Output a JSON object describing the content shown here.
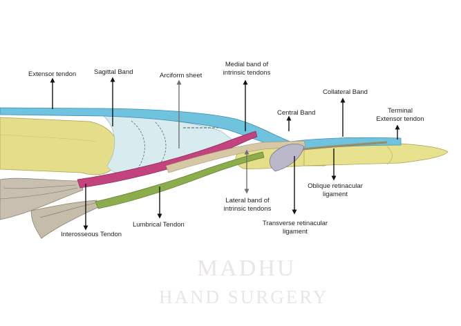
{
  "labels": {
    "extensor_tendon": "Extensor tendon",
    "sagittal_band": "Sagittal Band",
    "arciform_sheet": "Arciform sheet",
    "medial_band_l1": "Medial band of",
    "medial_band_l2": "intrinsic tendons",
    "central_band": "Central Band",
    "collateral_band": "Collateral Band",
    "terminal_l1": "Terminal",
    "terminal_l2": "Extensor tendon",
    "oblique_l1": "Oblique retinacular",
    "oblique_l2": "ligament",
    "lateral_band_l1": "Lateral band of",
    "lateral_band_l2": "intrinsic tendons",
    "transverse_l1": "Transverse retinacular",
    "transverse_l2": "ligament",
    "lumbrical_tendon": "Lumbrical Tendon",
    "interosseous_tendon": "Interosseous Tendon"
  },
  "watermark": {
    "line1": "MADHU",
    "line2": "HAND SURGERY"
  },
  "colors": {
    "extensor": "#6fc3de",
    "bone": "#e2db84",
    "interosseous": "#c0407a",
    "lumbrical": "#8cad4c",
    "sheet": "#d6e9ec",
    "arrow_dark": "#111111",
    "arrow_grey": "#707070"
  }
}
